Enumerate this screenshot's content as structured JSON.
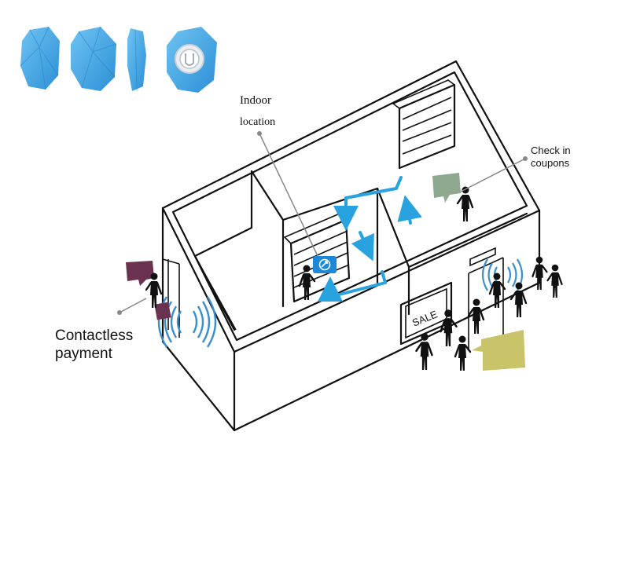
{
  "labels": {
    "indoor_line1": "Indoor",
    "indoor_line2": "location",
    "checkin_line1": "Check in",
    "checkin_line2": "coupons",
    "contactless_line1": "Contactless",
    "contactless_line2": "payment",
    "sale_sign": "SALE"
  },
  "colors": {
    "beacon_blue": "#3fa8e6",
    "flow_arrow": "#29a3e0",
    "checkin_bubble": "#8fa890",
    "payment_bubble": "#6b3150",
    "coupon_bubble": "#c9c46a",
    "signal": "#3a8fd0"
  },
  "icons": {
    "beacon_views": [
      "beacon-front-icon",
      "beacon-angled-icon",
      "beacon-side-icon",
      "beacon-back-icon"
    ],
    "location_marker": "location-pin-icon"
  }
}
